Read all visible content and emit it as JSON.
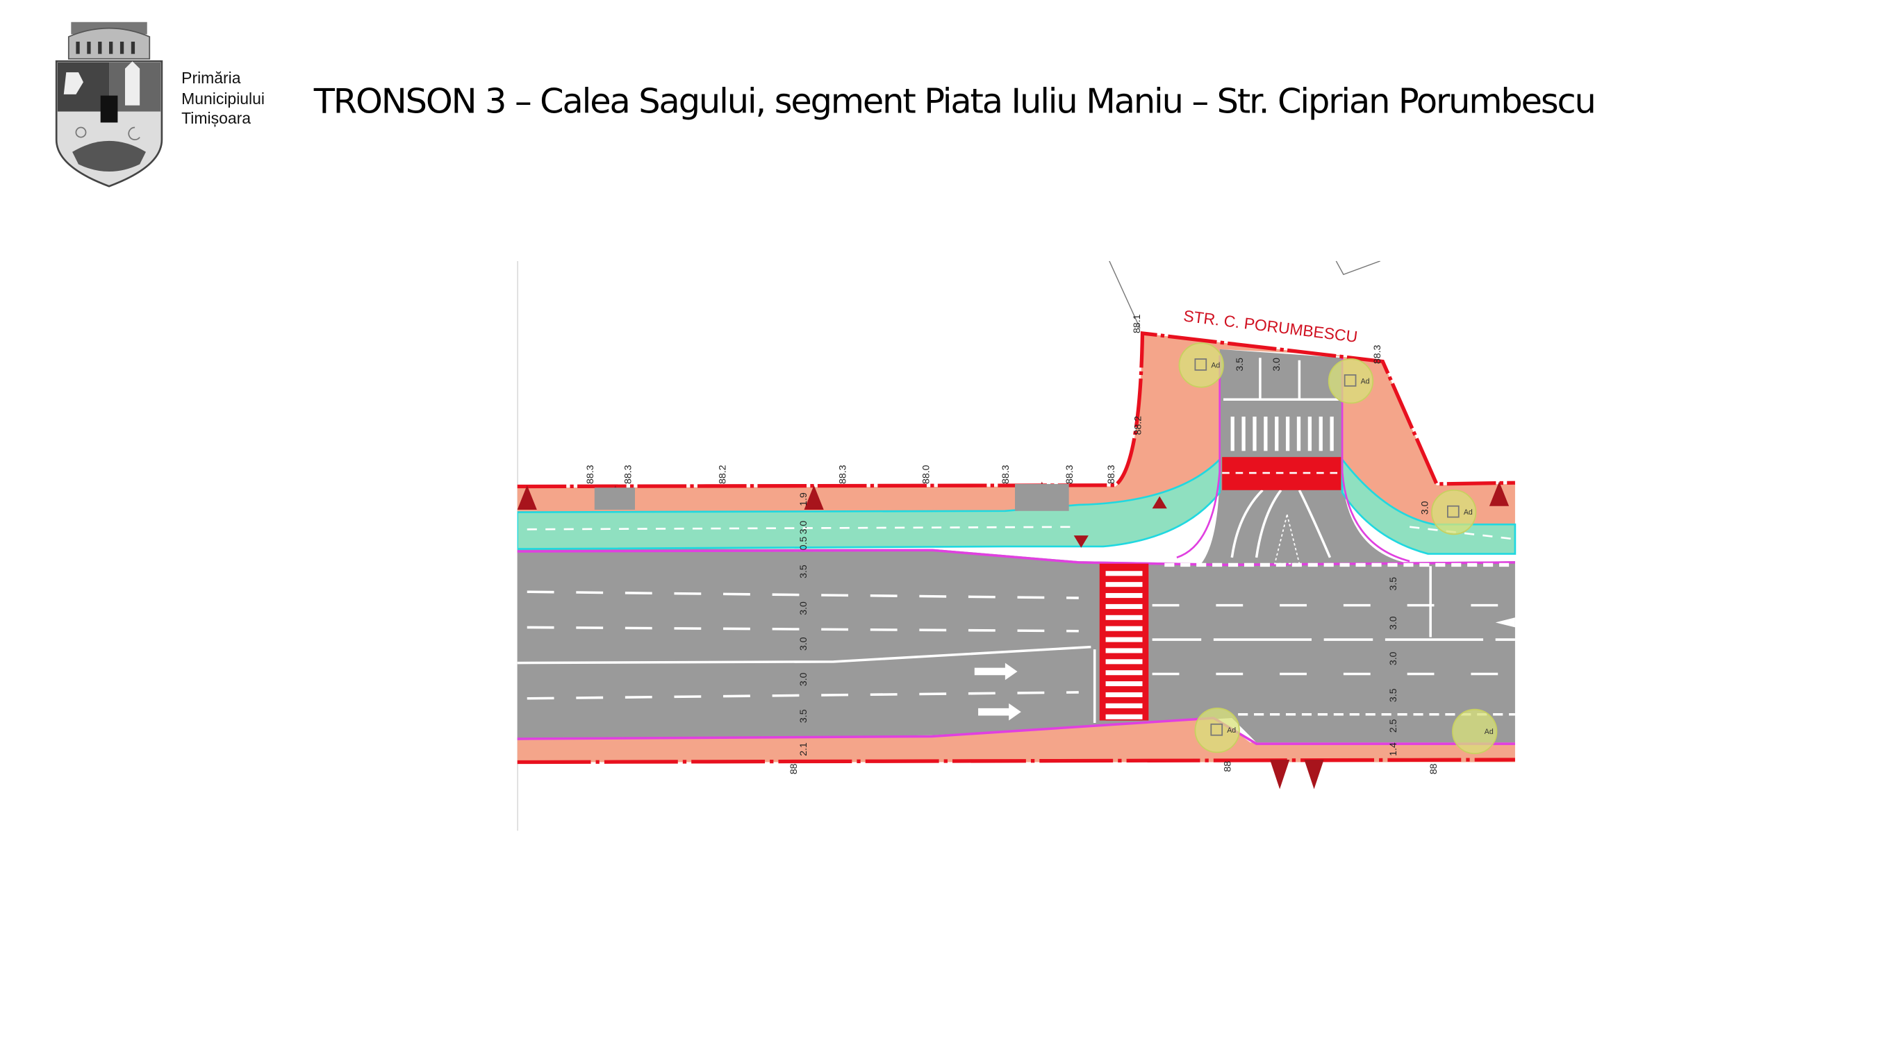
{
  "header": {
    "organization_lines": [
      "Primăria",
      "Municipiului",
      "Timișoara"
    ],
    "title": "TRONSON 3 – Calea Sagului, segment Piata Iuliu Maniu – Str. Ciprian Porumbescu",
    "logo": "coat-of-arms-timisoara"
  },
  "plan": {
    "street_label": "STR. C. PORUMBESCU",
    "top_elevations": [
      "88.3",
      "88.3",
      "88.2",
      "88.3",
      "88.0",
      "88.3",
      "88.3",
      "88.3"
    ],
    "side_elevations": [
      "88.1",
      "88.2",
      "88.3"
    ],
    "left_dimensions": [
      "1.9",
      "3.0",
      "0.5",
      "3.5",
      "3.0",
      "3.0",
      "3.0",
      "3.5",
      "2.1"
    ],
    "right_dimensions": [
      "3.0",
      "3.5",
      "3.0",
      "3.0",
      "3.5",
      "2.5",
      "1.4"
    ],
    "side_dimensions": [
      "3.5",
      "3.0"
    ],
    "bottom_elevations": [
      "88",
      "88",
      "88"
    ],
    "sign_label": "Ad",
    "colors": {
      "road": "#9a9a9a",
      "sidewalk": "#f4a58a",
      "bike_lane": "#8fe0c0",
      "border": "#e8101e",
      "crossing": "#e8101e",
      "curb": "#e040e0",
      "tree_marker": "#d8e27a",
      "triangle": "#a8141c"
    }
  }
}
